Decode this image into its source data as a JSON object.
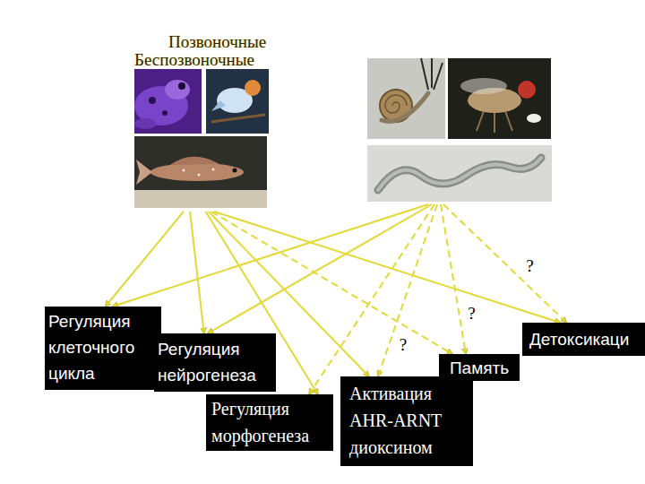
{
  "diagram": {
    "nodes": [
      {
        "text": [
          "Позвоночные"
        ]
      },
      {
        "text": [
          "Беспозвоночные"
        ]
      },
      {
        "text": [
          "Регуляция клеточного цикла"
        ]
      },
      {
        "text": [
          "Регуляция нейрогенеза"
        ]
      },
      {
        "text": [
          "Регуляция морфогенеза"
        ]
      },
      {
        "text": [
          "Активация AHR-ARNT диоксином"
        ]
      },
      {
        "text": [
          "Память"
        ]
      },
      {
        "text": [
          "Детоксикаци"
        ]
      }
    ],
    "edges": [
      {
        "from": 0,
        "to": 2,
        "arrow": "to"
      },
      {
        "from": 0,
        "to": 3,
        "arrow": "to"
      },
      {
        "from": 0,
        "to": 4,
        "arrow": "to"
      },
      {
        "from": 0,
        "to": 5,
        "arrow": "to"
      },
      {
        "from": 0,
        "to": 6,
        "arrow": "to"
      },
      {
        "from": 0,
        "to": 7,
        "arrow": "to"
      },
      {
        "from": 1,
        "to": 2,
        "arrow": "to"
      },
      {
        "from": 1,
        "to": 3,
        "arrow": "to"
      },
      {
        "from": 1,
        "to": 4,
        "arrow": "to"
      },
      {
        "from": 1,
        "to": 5,
        "arrow": "to",
        "label": "?"
      },
      {
        "from": 1,
        "to": 6,
        "arrow": "to",
        "label": "?"
      },
      {
        "from": 1,
        "to": 7,
        "arrow": "to",
        "label": "?"
      }
    ]
  }
}
